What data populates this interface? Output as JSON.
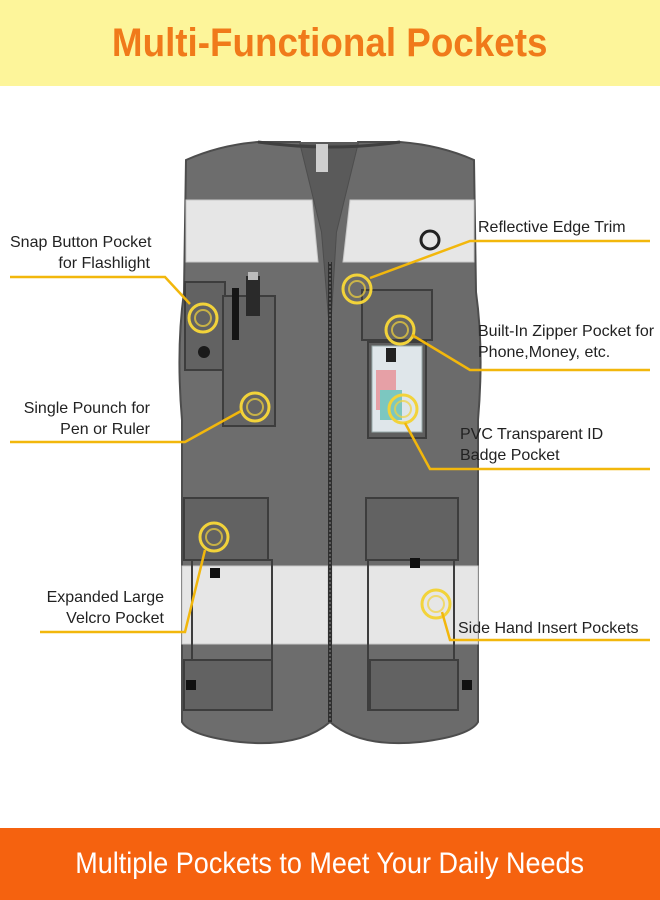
{
  "header": {
    "title": "Multi-Functional Pockets"
  },
  "footer": {
    "tagline": "Multiple Pockets to Meet Your Daily Needs"
  },
  "callouts": {
    "snap_button": [
      "Snap Button Pocket",
      "for Flashlight"
    ],
    "single_pouch": [
      "Single Pounch for",
      "Pen or Ruler"
    ],
    "velcro": [
      "Expanded Large",
      "Velcro Pocket"
    ],
    "reflective": [
      "Reflective Edge Trim"
    ],
    "zipper": [
      "Built-In Zipper Pocket for",
      "Phone,Money, etc."
    ],
    "pvc": [
      "PVC Transparent ID",
      "Badge Pocket"
    ],
    "side_hand": [
      "Side Hand Insert Pockets"
    ]
  },
  "colors": {
    "banner_top": "#fdf59a",
    "title": "#f07a1a",
    "banner_bottom": "#f5620f",
    "vest": "#6b6b6b",
    "reflective": "#e6e6e6",
    "callout_line": "#f2b70c"
  }
}
